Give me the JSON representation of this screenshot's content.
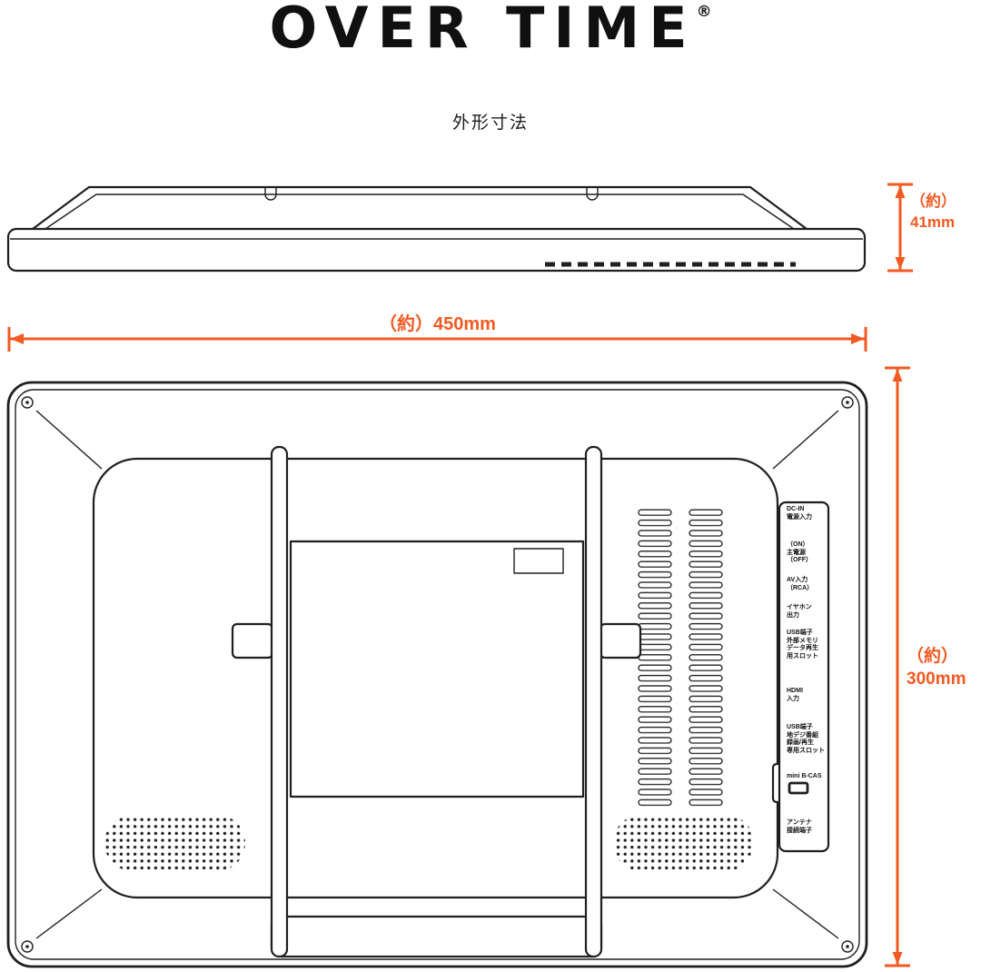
{
  "brand": {
    "name": "OVER TIME",
    "registered": "®"
  },
  "page_title": "外形寸法",
  "dimensions": {
    "thickness": "（約）\n41mm",
    "width": "（約）450mm",
    "height": "（約）\n300mm"
  },
  "rear_panel": {
    "ports": [
      "DC-IN\n電源入力",
      "（ON）\n主電源\n（OFF）",
      "AV入力\n（RCA）",
      "イヤホン\n出力",
      "USB端子\n外部メモリ\nデータ再生\n用スロット",
      "HDMI\n入力",
      "USB端子\n地デジ番組\n録画/再生\n専用スロット",
      "mini B-CAS",
      "アンテナ\n接続端子"
    ]
  },
  "colors": {
    "accent": "#f15a22",
    "line": "#1f1f1f"
  }
}
